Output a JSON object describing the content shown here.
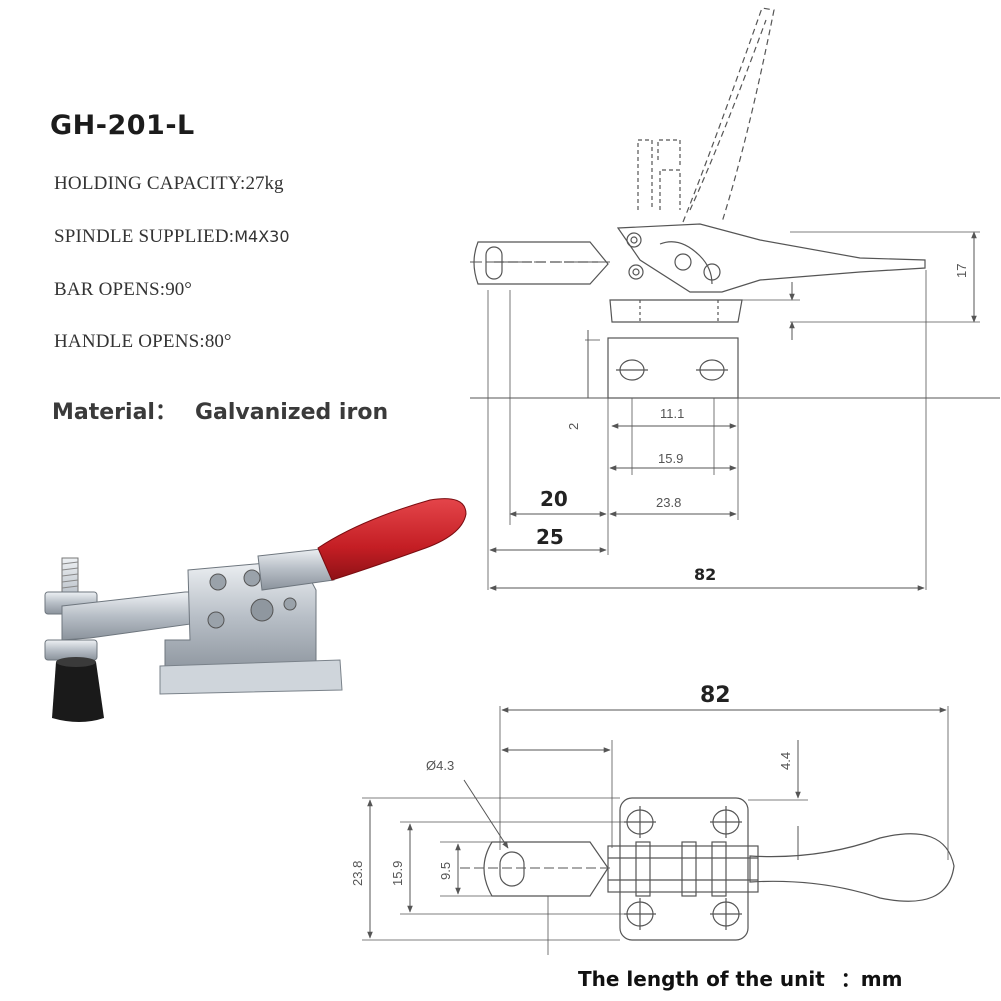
{
  "product": {
    "model": "GH-201-L",
    "specs": [
      {
        "label": "HOLDING CAPACITY:",
        "value": "27kg"
      },
      {
        "label": "SPINDLE SUPPLIED:",
        "value": "M4X30"
      },
      {
        "label": "BAR OPENS:",
        "value": "90°"
      },
      {
        "label": "HANDLE OPENS:",
        "value": "80°"
      }
    ],
    "material_label": "Material：",
    "material_value": "Galvanized iron"
  },
  "side_view": {
    "dims": {
      "d17": "17",
      "d2": "2",
      "d11_1": "11.1",
      "d15_9": "15.9",
      "d20": "20",
      "d23_8": "23.8",
      "d25": "25",
      "d82": "82"
    }
  },
  "top_view": {
    "dims": {
      "d82": "82",
      "d4_4": "4.4",
      "hole": "Ø4.3",
      "d23_8": "23.8",
      "d15_9": "15.9",
      "d9_5": "9.5"
    }
  },
  "footer": {
    "label": "The length of the unit",
    "unit": "：mm"
  },
  "colors": {
    "handle_red": "#c41e24",
    "line_gray": "#555555",
    "metal": "#b9c0c7",
    "rubber_tip": "#1a1a1a"
  }
}
